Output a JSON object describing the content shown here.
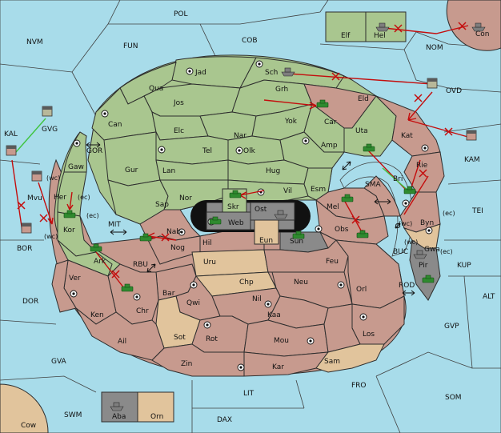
{
  "labels": {
    "pol": "POL",
    "nvm": "NVM",
    "fun": "FUN",
    "cob": "COB",
    "nom": "NOM",
    "ovd": "OVD",
    "kal": "KAL",
    "gvg": "GVG",
    "gor": "GOR",
    "kam": "KAM",
    "bor": "BOR",
    "mit": "MIT",
    "sma": "SMA",
    "tei": "TEI",
    "rbu": "RBU",
    "buc": "BUC",
    "kup": "KUP",
    "dor": "DOR",
    "rod": "ROD",
    "alt": "ALT",
    "gva": "GVA",
    "gvp": "GVP",
    "fro": "FRO",
    "lit": "LIT",
    "som": "SOM",
    "swm": "SWM",
    "dax": "DAX",
    "cow": "Cow",
    "con": "Con",
    "elf": "Elf",
    "hel": "Hel",
    "aba": "Aba",
    "orn": "Orn",
    "jad": "Jad",
    "sch": "Sch",
    "qua": "Qua",
    "jos": "Jos",
    "grh": "Grh",
    "eld": "Eld",
    "can": "Can",
    "elc": "Elc",
    "nar": "Nar",
    "yok": "Yok",
    "car": "Car",
    "uta": "Uta",
    "kat": "Kat",
    "tel": "Tel",
    "olk": "Olk",
    "amp": "Amp",
    "gur": "Gur",
    "lan": "Lan",
    "hug": "Hug",
    "gaw": "Gaw",
    "her": "Her",
    "ec1": "(ec)",
    "wc1": "(wc)",
    "mvu": "Mvu",
    "kor": "Kor",
    "ec2": "(ec)",
    "wc2": "(wc)",
    "nor": "Nor",
    "vil": "Vil",
    "esm": "Esm",
    "bri": "Bri",
    "rie": "Rie",
    "sap": "Sap",
    "skr": "Skr",
    "ost": "Ost",
    "web": "Web",
    "mel": "Mel",
    "byn": "Byn",
    "wc3": "(wc)",
    "ec3": "(ec)",
    "nab": "Nab",
    "eun": "Eun",
    "sun": "Sun",
    "obs": "Obs",
    "ark": "Ark",
    "nog": "Nog",
    "hil": "Hil",
    "wc4": "(wc)",
    "gwa": "Gwa",
    "ec4": "(ec)",
    "uru": "Uru",
    "feu": "Feu",
    "pir": "Pir",
    "ver": "Ver",
    "chp": "Chp",
    "neu": "Neu",
    "orl": "Orl",
    "bar": "Bar",
    "qwi": "Qwi",
    "nil": "Nil",
    "chr": "Chr",
    "ken": "Ken",
    "kaa": "Kaa",
    "sot": "Sot",
    "rot": "Rot",
    "los": "Los",
    "ail": "Ail",
    "mou": "Mou",
    "zin": "Zin",
    "kar": "Kar",
    "sam": "Sam"
  },
  "colors": {
    "sea": "#a8dcea",
    "green_power": "#a9c68f",
    "red_power": "#c79a8e",
    "neutral": "#e1c49c",
    "grey_power": "#8a8a8a",
    "order": "#c40d0d",
    "support": "#3fc43f"
  }
}
